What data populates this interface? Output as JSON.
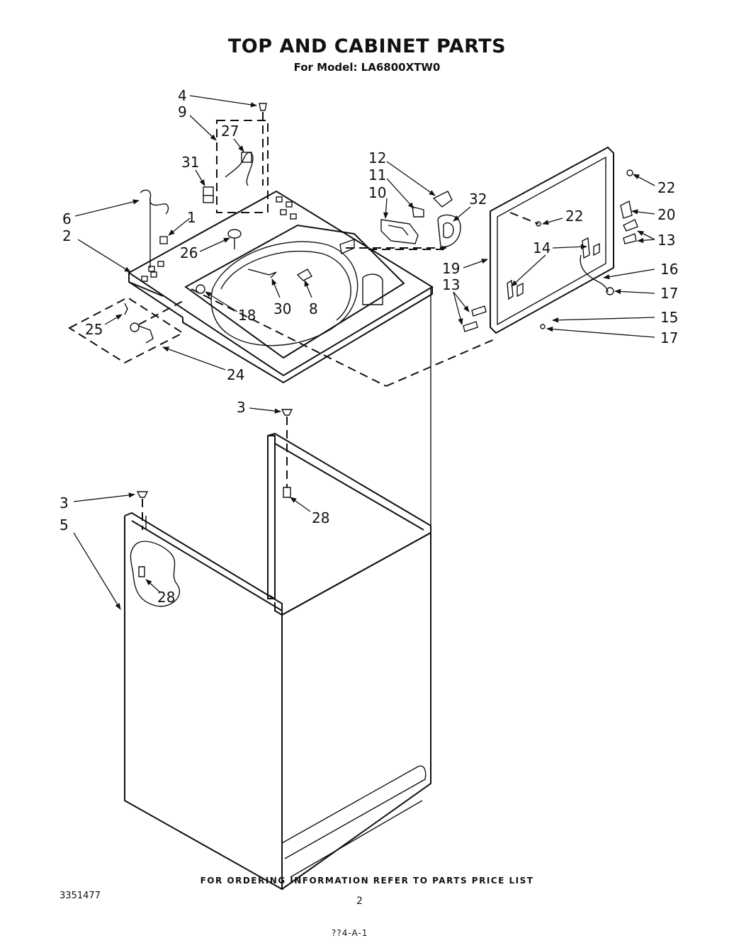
{
  "header": {
    "title": "TOP AND CABINET PARTS",
    "subtitle": "For Model: LA6800XTW0"
  },
  "footer": {
    "ordering_note": "FOR ORDERING INFORMATION REFER TO PARTS PRICE LIST",
    "doc_number": "3351477",
    "page_number": "2",
    "bottom_code": "??4-A-1"
  },
  "callouts": [
    {
      "id": "c4",
      "label": "4"
    },
    {
      "id": "c9",
      "label": "9"
    },
    {
      "id": "c27",
      "label": "27"
    },
    {
      "id": "c31",
      "label": "31"
    },
    {
      "id": "c6",
      "label": "6"
    },
    {
      "id": "c1",
      "label": "1"
    },
    {
      "id": "c2",
      "label": "2"
    },
    {
      "id": "c26",
      "label": "26"
    },
    {
      "id": "c30",
      "label": "30"
    },
    {
      "id": "c8",
      "label": "8"
    },
    {
      "id": "c18",
      "label": "18"
    },
    {
      "id": "c25",
      "label": "25"
    },
    {
      "id": "c24",
      "label": "24"
    },
    {
      "id": "c12",
      "label": "12"
    },
    {
      "id": "c11",
      "label": "11"
    },
    {
      "id": "c10",
      "label": "10"
    },
    {
      "id": "c32",
      "label": "32"
    },
    {
      "id": "c19",
      "label": "19"
    },
    {
      "id": "c22a",
      "label": "22"
    },
    {
      "id": "c22b",
      "label": "22"
    },
    {
      "id": "c20",
      "label": "20"
    },
    {
      "id": "c13a",
      "label": "13"
    },
    {
      "id": "c14",
      "label": "14"
    },
    {
      "id": "c16",
      "label": "16"
    },
    {
      "id": "c17a",
      "label": "17"
    },
    {
      "id": "c13b",
      "label": "13"
    },
    {
      "id": "c15",
      "label": "15"
    },
    {
      "id": "c17b",
      "label": "17"
    },
    {
      "id": "c3a",
      "label": "3"
    },
    {
      "id": "c28a",
      "label": "28"
    },
    {
      "id": "c3b",
      "label": "3"
    },
    {
      "id": "c5",
      "label": "5"
    },
    {
      "id": "c28b",
      "label": "28"
    }
  ]
}
